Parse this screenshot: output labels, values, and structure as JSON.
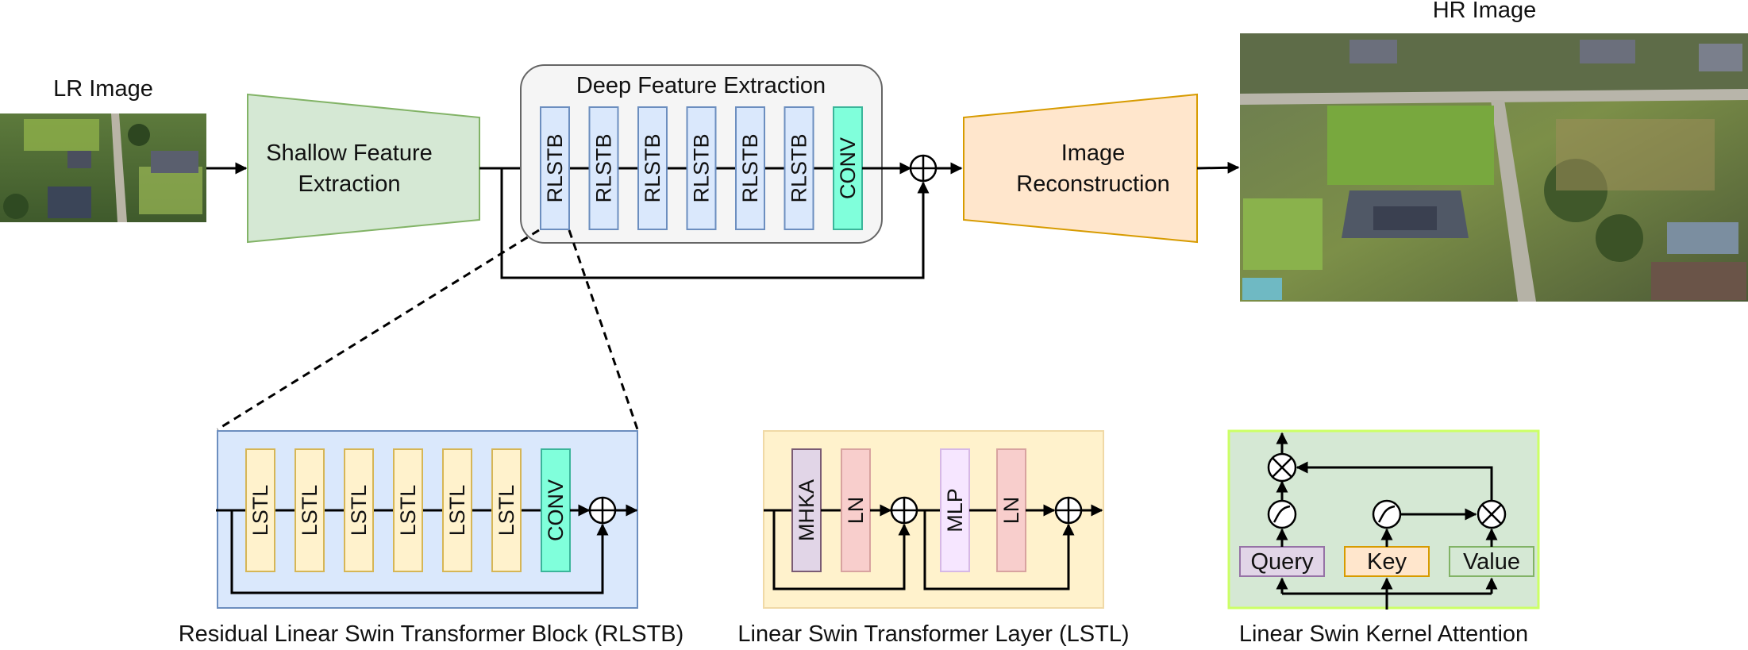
{
  "labels": {
    "lr_image": "LR Image",
    "hr_image": "HR Image",
    "shallow_line1": "Shallow Feature",
    "shallow_line2": "Extraction",
    "deep_title": "Deep Feature Extraction",
    "recon_line1": "Image",
    "recon_line2": "Reconstruction"
  },
  "deep_blocks": [
    "RLSTB",
    "RLSTB",
    "RLSTB",
    "RLSTB",
    "RLSTB",
    "RLSTB",
    "CONV"
  ],
  "rlstb_blocks": [
    "LSTL",
    "LSTL",
    "LSTL",
    "LSTL",
    "LSTL",
    "LSTL",
    "CONV"
  ],
  "lstl_blocks": {
    "mhka": "MHKA",
    "ln1": "LN",
    "mlp": "MLP",
    "ln2": "LN"
  },
  "attention": {
    "query": "Query",
    "key": "Key",
    "value": "Value"
  },
  "captions": {
    "rlstb": "Residual Linear Swin Transformer Block (RLSTB)",
    "lstl": "Linear Swin Transformer Layer (LSTL)",
    "attention": "Linear Swin Kernel Attention"
  },
  "colors": {
    "shallow_fill": "#d5e8d4",
    "shallow_stroke": "#82b366",
    "recon_fill": "#ffe6cc",
    "recon_stroke": "#d79b00",
    "rlstb_fill": "#dae8fc",
    "rlstb_stroke": "#6c8ebf",
    "conv_fill": "#80ffdb",
    "lstl_fill": "#fff2cc",
    "lstl_stroke": "#d6b656",
    "mhka_fill": "#e1d5e7",
    "ln_fill": "#f8cecc",
    "mlp_fill": "#f6e6ff",
    "attention_bg": "#d5e8d4",
    "attention_border": "#ccff66"
  }
}
